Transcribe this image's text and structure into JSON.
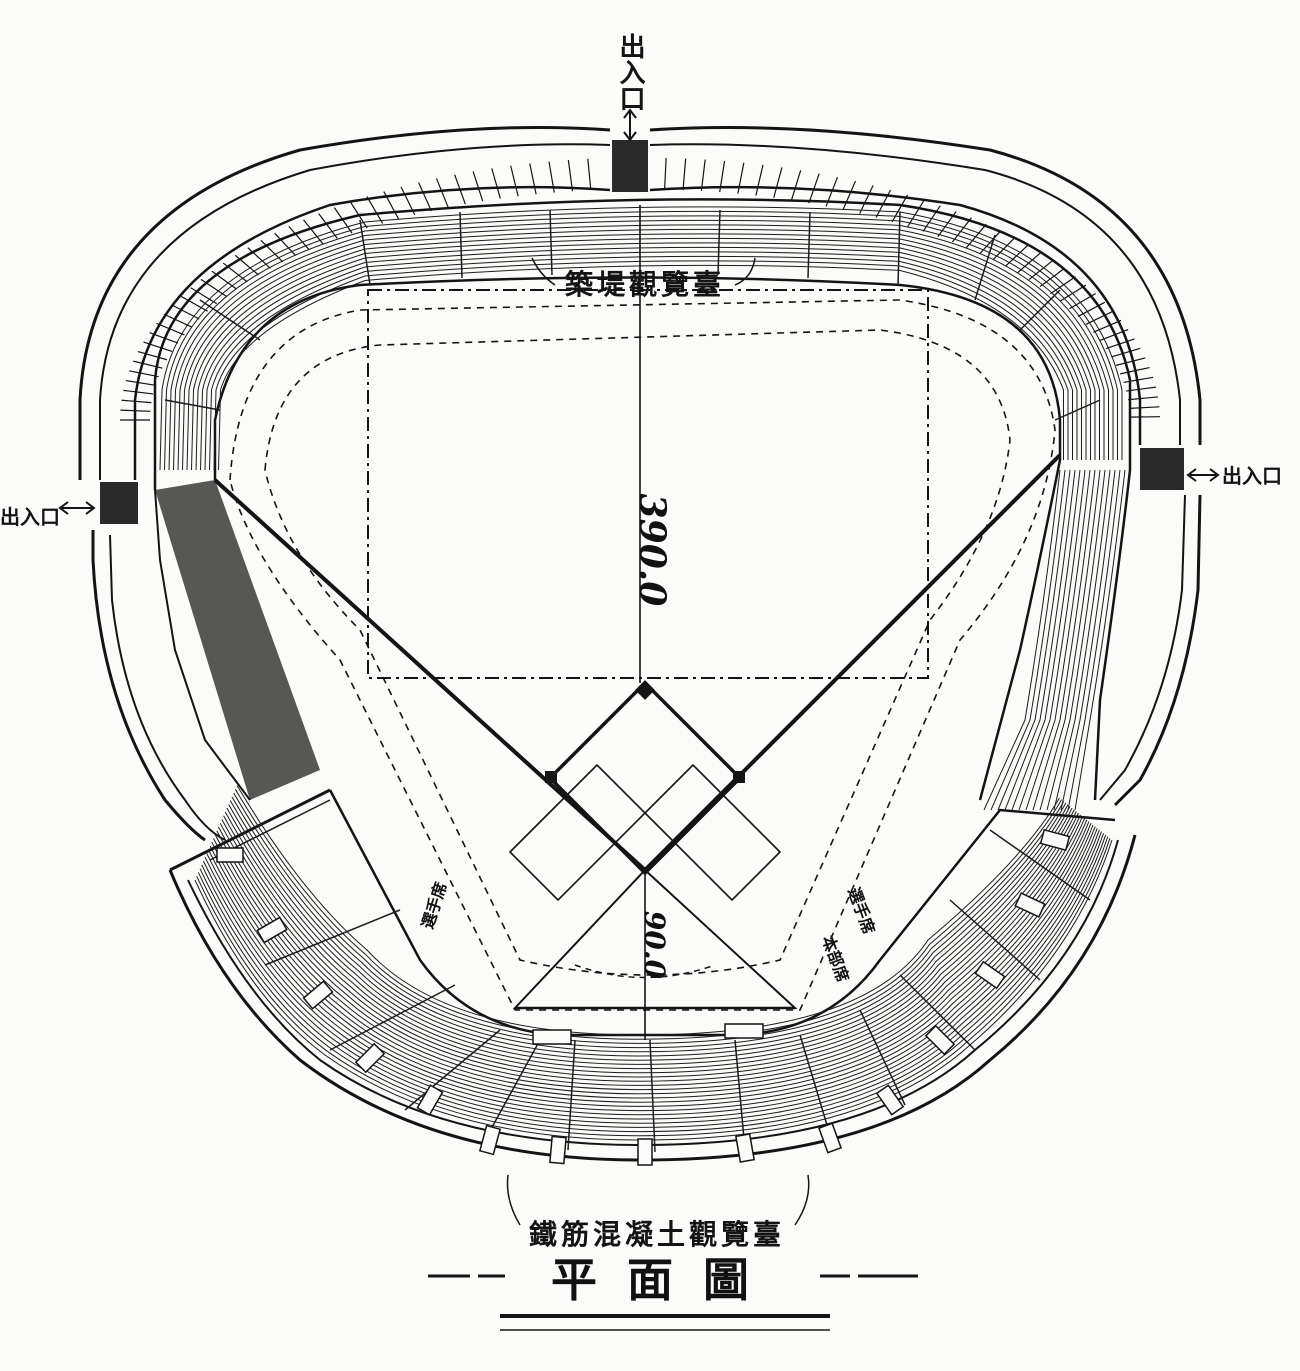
{
  "title": "平面圖",
  "labels": {
    "bank_stand": "築堤觀覽臺",
    "concrete_stand": "鐵筋混凝土觀覽臺",
    "exit_top": "出入口",
    "exit_left": "出入口",
    "exit_right": "出入口",
    "box_left": "選手席",
    "box_right_1": "選手席",
    "box_right_2": "本部席"
  },
  "dimensions": {
    "center_field": "390.0",
    "home_to_backstop": "90.0"
  },
  "colors": {
    "ink": "#141414",
    "paper": "#fbfbf9"
  }
}
